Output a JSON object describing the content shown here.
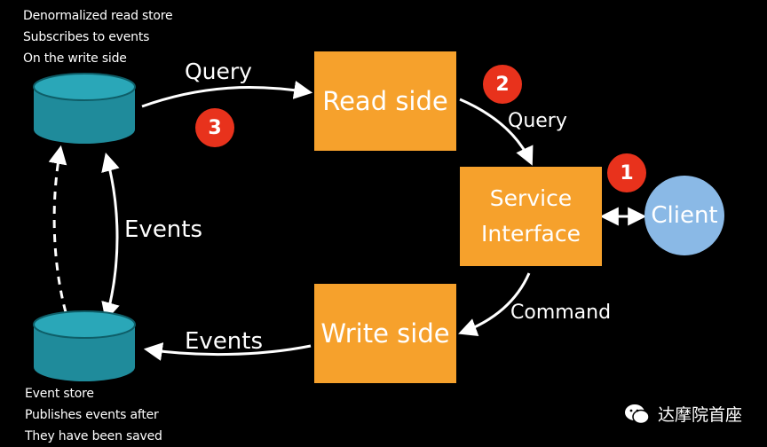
{
  "read_store": {
    "caption": [
      "Denormalized read store",
      "Subscribes to events",
      "On the write side"
    ]
  },
  "event_store": {
    "caption": [
      "Event store",
      "Publishes events after",
      "They have been saved"
    ]
  },
  "boxes": {
    "read_side": "Read side",
    "service_interface": [
      "Service",
      "Interface"
    ],
    "write_side": "Write side"
  },
  "client": "Client",
  "badges": [
    "1",
    "2",
    "3"
  ],
  "arrow_labels": {
    "query_top": "Query",
    "query_right": "Query",
    "events_vertical": "Events",
    "command": "Command",
    "events_bottom": "Events"
  },
  "watermark": "达摩院首座",
  "colors": {
    "background": "#000000",
    "box": "#f6a12c",
    "database": "#1f8b9b",
    "client": "#8ab9e6",
    "badge": "#e8321c"
  }
}
